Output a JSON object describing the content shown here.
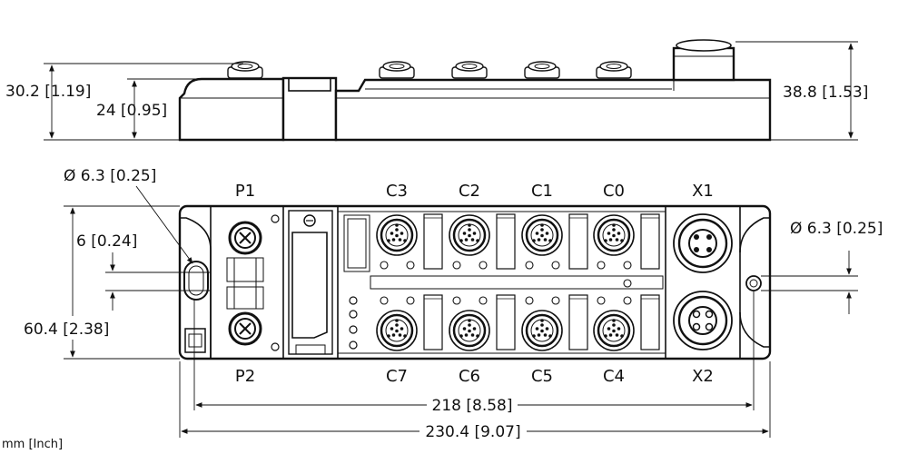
{
  "units_note": "mm [Inch]",
  "side_view": {
    "dim_left_outer": "30.2 [1.19]",
    "dim_left_inner": "24 [0.95]",
    "dim_right": "38.8 [1.53]"
  },
  "top_view": {
    "dim_hole_left": "Ø 6.3 [0.25]",
    "dim_hole_right": "Ø 6.3 [0.25]",
    "dim_hole_offset": "6 [0.24]",
    "dim_height": "60.4 [2.38]",
    "dim_hole_spacing": "218 [8.58]",
    "dim_total_width": "230.4 [9.07]"
  },
  "connectors": {
    "P1": "P1",
    "P2": "P2",
    "C3": "C3",
    "C2": "C2",
    "C1": "C1",
    "C0": "C0",
    "X1": "X1",
    "C7": "C7",
    "C6": "C6",
    "C5": "C5",
    "C4": "C4",
    "X2": "X2"
  }
}
